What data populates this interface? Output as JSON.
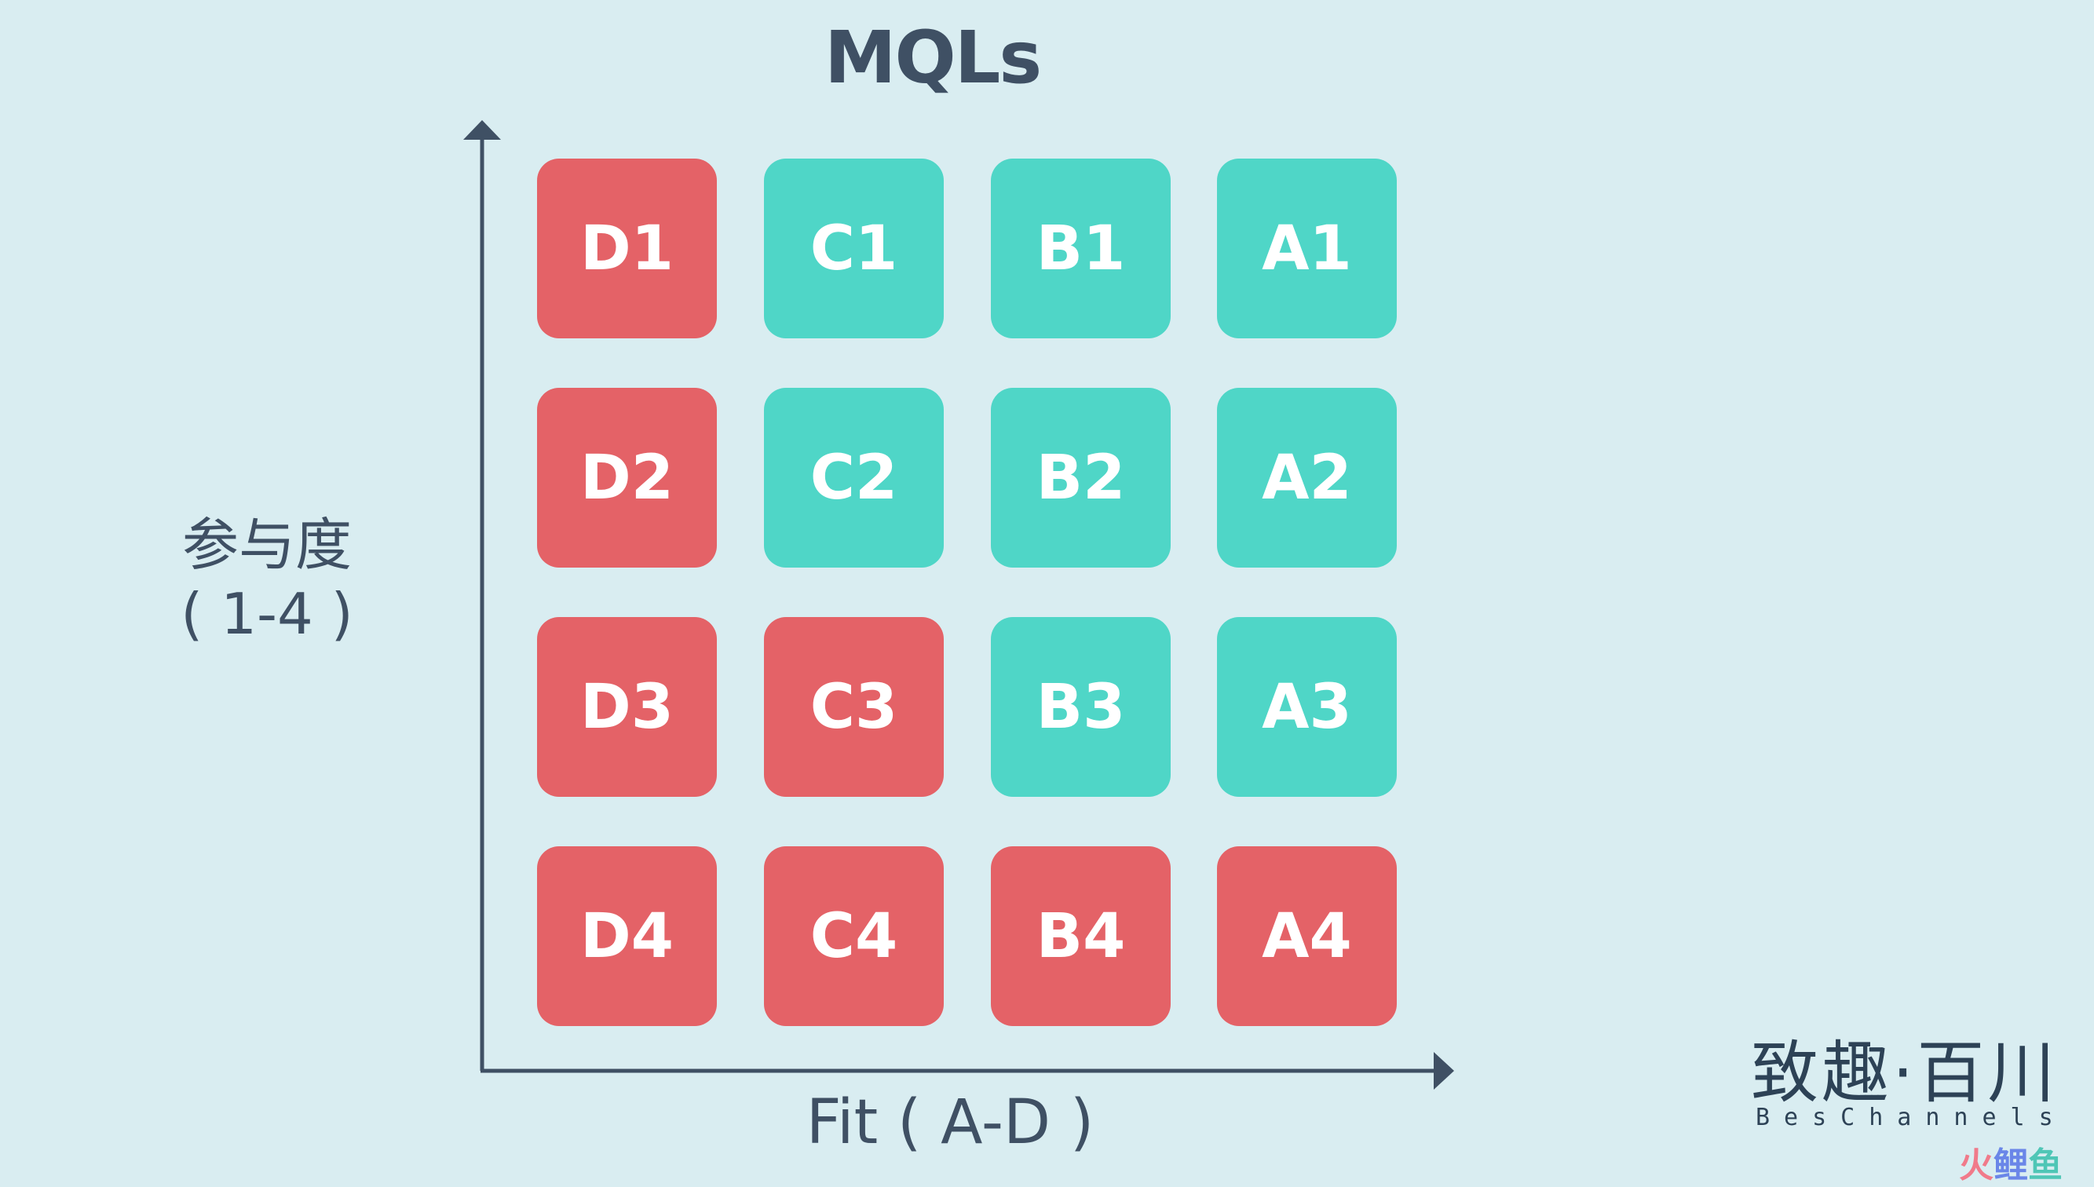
{
  "title": "MQLs",
  "y_axis_label": {
    "line1": "参与度",
    "line2": "( 1-4 )"
  },
  "x_axis_label": "Fit ( A-D )",
  "colors": {
    "background": "#d9edf1",
    "teal": "#4fd6c7",
    "red": "#e46267",
    "axis": "#3f5064",
    "text_dark": "#3f5064"
  },
  "grid": {
    "rows": [
      [
        {
          "label": "D1",
          "color": "red"
        },
        {
          "label": "C1",
          "color": "teal"
        },
        {
          "label": "B1",
          "color": "teal"
        },
        {
          "label": "A1",
          "color": "teal"
        }
      ],
      [
        {
          "label": "D2",
          "color": "red"
        },
        {
          "label": "C2",
          "color": "teal"
        },
        {
          "label": "B2",
          "color": "teal"
        },
        {
          "label": "A2",
          "color": "teal"
        }
      ],
      [
        {
          "label": "D3",
          "color": "red"
        },
        {
          "label": "C3",
          "color": "red"
        },
        {
          "label": "B3",
          "color": "teal"
        },
        {
          "label": "A3",
          "color": "teal"
        }
      ],
      [
        {
          "label": "D4",
          "color": "red"
        },
        {
          "label": "C4",
          "color": "red"
        },
        {
          "label": "B4",
          "color": "red"
        },
        {
          "label": "A4",
          "color": "red"
        }
      ]
    ]
  },
  "logo": {
    "cn": "致趣·百川",
    "en": "BesChannels"
  },
  "watermark": {
    "parts": [
      "火",
      "鲤",
      "鱼"
    ]
  }
}
